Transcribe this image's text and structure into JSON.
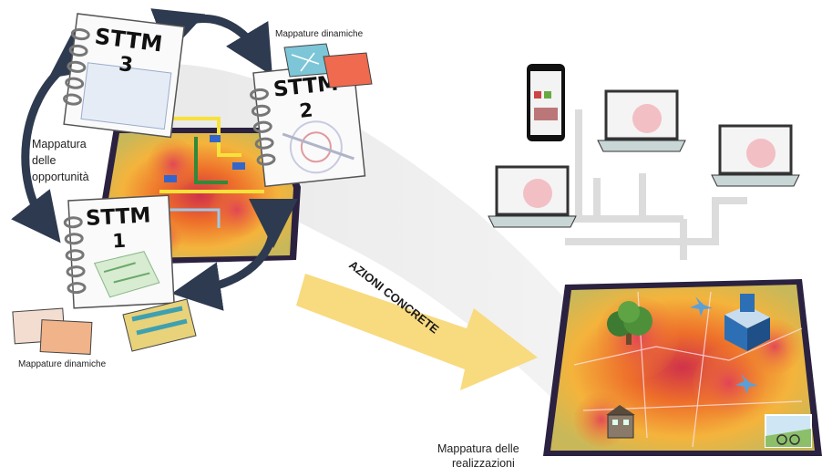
{
  "notebooks": [
    {
      "id": "nb3",
      "title": "STTM",
      "number": "3"
    },
    {
      "id": "nb2",
      "title": "STTM",
      "number": "2"
    },
    {
      "id": "nb1",
      "title": "STTM",
      "number": "1"
    }
  ],
  "labels": {
    "dynamic_maps_top": "Mappature dinamiche",
    "dynamic_maps_bottom": "Mappature dinamiche",
    "opportunity_mapping": [
      "Mappatura",
      "delle",
      "opportunità"
    ],
    "concrete_actions": "AZIONI CONCRETE",
    "realization_mapping": [
      "Mappatura delle",
      "realizzazioni"
    ]
  },
  "colors": {
    "dark_arrow": "#2d3a4f",
    "yellow_arrow": "#f7d77a",
    "grey_band": "#e4e4e4",
    "map_frame": "#2b2140",
    "device_lines": "#dcdcdc"
  },
  "icons": [
    "smartphone-icon",
    "laptop-icon",
    "tree-icon",
    "building-icon",
    "airplane-icon",
    "cyclist-photo-icon"
  ]
}
